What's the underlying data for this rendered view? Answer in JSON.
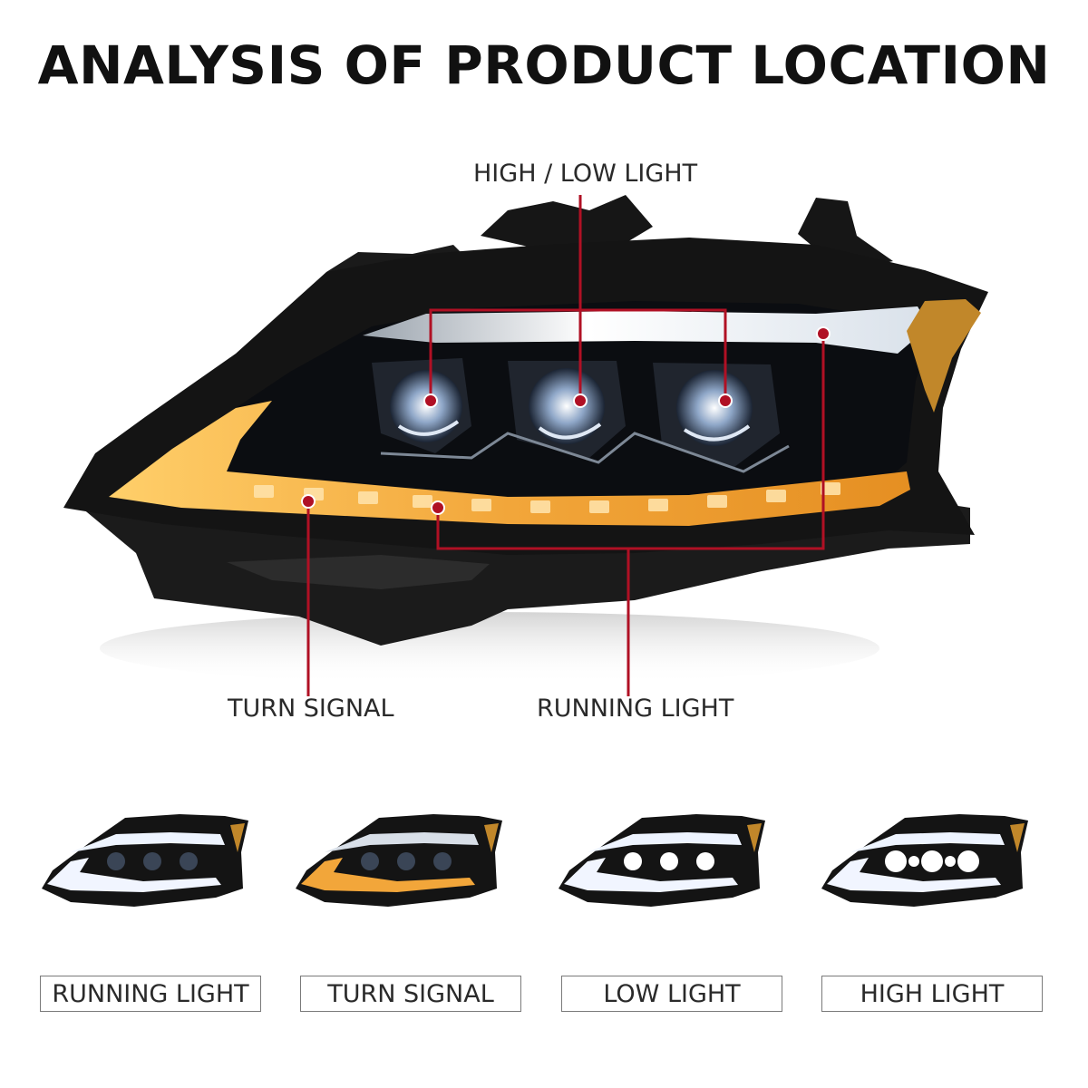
{
  "title": "ANALYSIS OF PRODUCT LOCATION",
  "callouts": {
    "high_low": "HIGH / LOW LIGHT",
    "turn_signal": "TURN SIGNAL",
    "running_light": "RUNNING LIGHT"
  },
  "modes": [
    {
      "label": "RUNNING LIGHT"
    },
    {
      "label": "TURN SIGNAL"
    },
    {
      "label": "LOW LIGHT"
    },
    {
      "label": "HIGH LIGHT"
    }
  ],
  "colors": {
    "callout_line": "#b01024",
    "amber": "#f2a63a",
    "led_white": "#eef4ff",
    "housing": "#141414"
  }
}
